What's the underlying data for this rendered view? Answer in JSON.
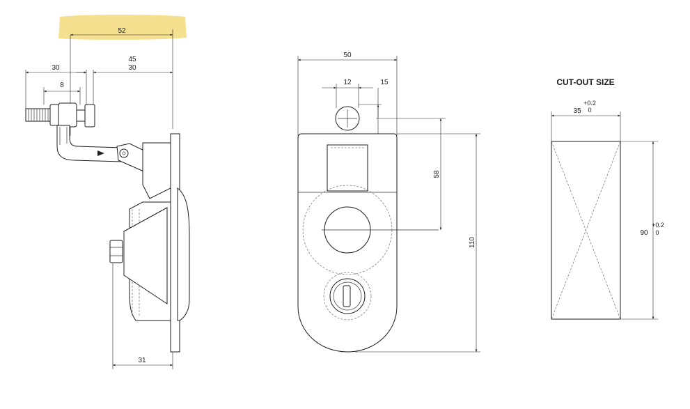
{
  "highlight_color": "#f5e08f",
  "side_view": {
    "dims": {
      "overall": "52",
      "left": "30",
      "right_top": "45",
      "right_bottom": "30",
      "bolt": "8",
      "bottom": "31"
    }
  },
  "front_view": {
    "dims": {
      "width": "50",
      "pin": "12",
      "offset": "15",
      "center": "58",
      "height": "110"
    }
  },
  "cutout": {
    "title": "CUT-OUT SIZE",
    "width": "35",
    "width_tol_upper": "+0.2",
    "width_tol_lower": "0",
    "height": "90",
    "height_tol_upper": "+0.2",
    "height_tol_lower": "0"
  }
}
